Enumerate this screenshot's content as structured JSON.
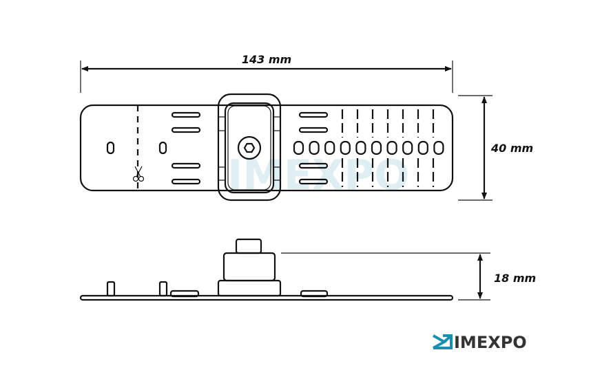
{
  "dimensions": {
    "length": "143 mm",
    "width": "40 mm",
    "height": "18 mm"
  },
  "watermark": "IMEXPO",
  "logo": {
    "text": "IMEXPO",
    "accent_color": "#1a8fb0",
    "text_color": "#333333"
  }
}
